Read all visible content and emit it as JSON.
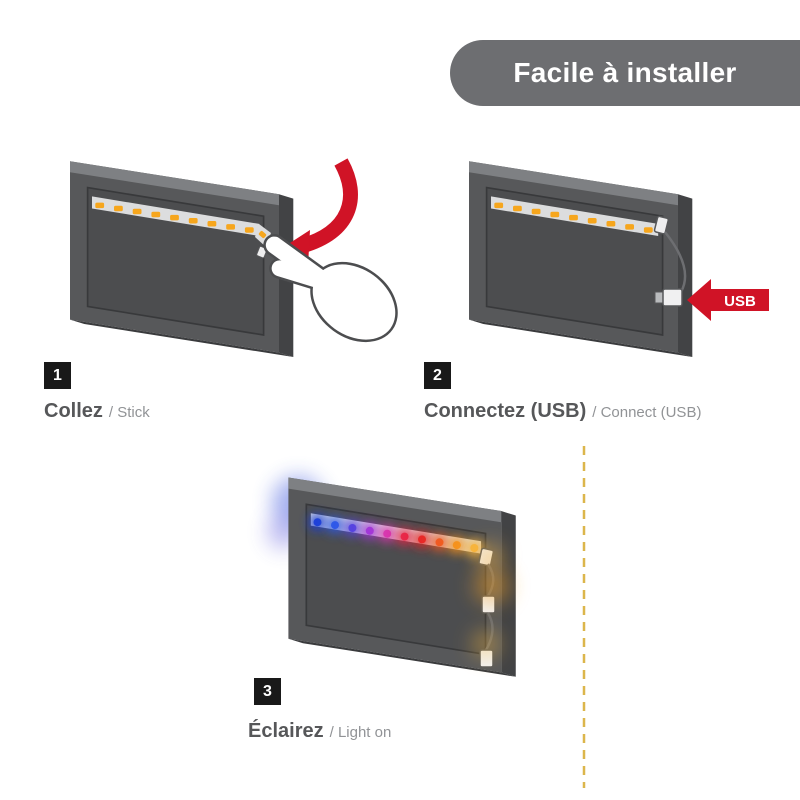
{
  "header": {
    "badge_label": "Facile à installer"
  },
  "steps": [
    {
      "number": "1",
      "title": "Collez",
      "subtitle": "/ Stick"
    },
    {
      "number": "2",
      "title": "Connectez (USB)",
      "subtitle": "/ Connect (USB)"
    },
    {
      "number": "3",
      "title": "Éclairez",
      "subtitle": "/ Light on"
    }
  ],
  "labels": {
    "usb_arrow": "USB"
  },
  "colors": {
    "badge_bg": "#6d6e71",
    "accent_red": "#d01326",
    "led_orange": "#f6a61d",
    "dashed_line": "#dcb64b",
    "tv_gray": "#57585a"
  }
}
